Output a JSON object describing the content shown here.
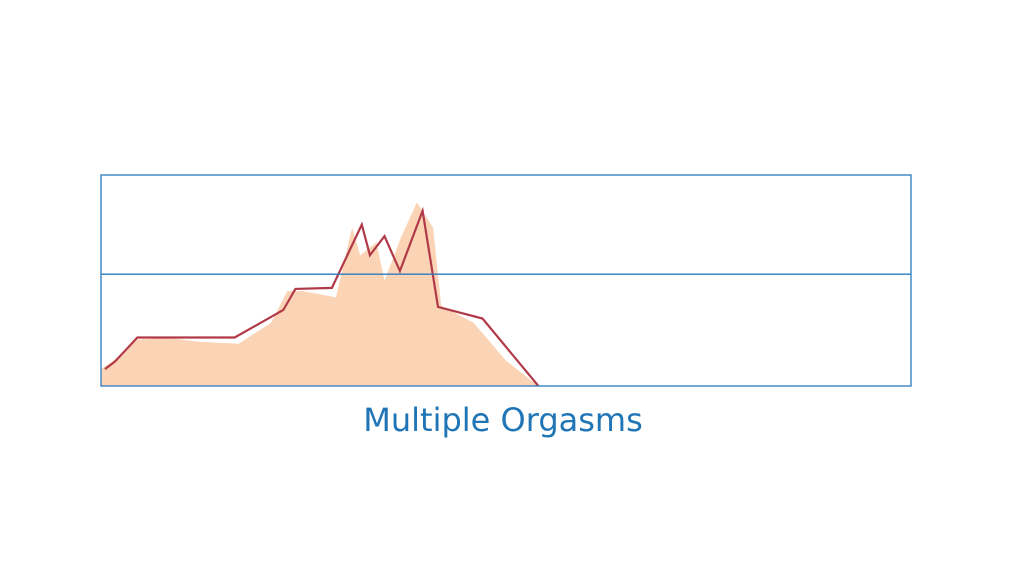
{
  "caption": "Multiple Orgasms",
  "colors": {
    "frame": "#2a7bbf",
    "line": "#b23a48",
    "area": "#fbd3b5",
    "caption": "#1f75b6"
  },
  "chart_data": {
    "type": "area",
    "title": "",
    "xlabel": "",
    "ylabel": "",
    "xlim": [
      0,
      100
    ],
    "ylim": [
      0,
      100
    ],
    "reference_line": 53,
    "grid": false,
    "series": [
      {
        "kind": "area",
        "x": [
          0,
          1.5,
          4.5,
          8,
          12,
          17,
          21,
          23,
          25,
          29,
          31,
          32,
          34,
          35,
          37,
          39,
          41,
          42,
          46,
          50,
          54
        ],
        "y": [
          8,
          12,
          22,
          23,
          21,
          20,
          30,
          45,
          45,
          42,
          75,
          62,
          68,
          50,
          70,
          87,
          75,
          38,
          30,
          12,
          0
        ]
      },
      {
        "kind": "line",
        "x": [
          0.5,
          1.7,
          4.5,
          9,
          16.5,
          22.5,
          24,
          28.5,
          32.2,
          33.2,
          35,
          36.9,
          39.7,
          41.6,
          47.1,
          54
        ],
        "y": [
          8,
          11.5,
          23,
          23,
          23,
          36,
          46,
          46.5,
          76.5,
          62,
          71,
          54.5,
          83,
          37.5,
          32,
          0
        ]
      }
    ]
  }
}
